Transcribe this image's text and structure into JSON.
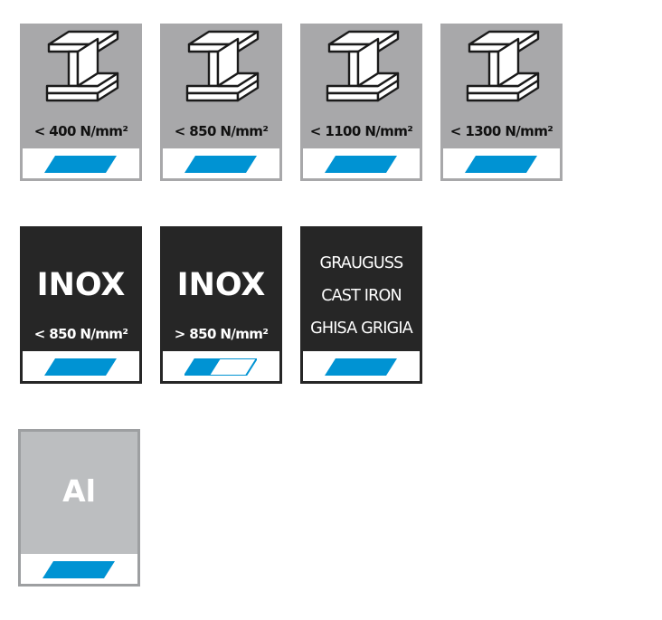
{
  "colors": {
    "steel_panel": "#a8a8aa",
    "inox_panel": "#262626",
    "alu_panel": "#bcbec0",
    "alu_border": "#9d9fa1",
    "accent": "#0093d3",
    "strip": "#ffffff"
  },
  "tiles": [
    {
      "material": "steel",
      "icon": "steel-i-beam-icon",
      "strength": "< 400 N/mm²",
      "fill": 1
    },
    {
      "material": "steel",
      "icon": "steel-i-beam-icon",
      "strength": "< 850 N/mm²",
      "fill": 1
    },
    {
      "material": "steel",
      "icon": "steel-i-beam-icon",
      "strength": "< 1100 N/mm²",
      "fill": 1
    },
    {
      "material": "steel",
      "icon": "steel-i-beam-icon",
      "strength": "< 1300 N/mm²",
      "fill": 1
    },
    {
      "material": "inox",
      "label": "INOX",
      "strength": "< 850 N/mm²",
      "fill": 1
    },
    {
      "material": "inox",
      "label": "INOX",
      "strength": "> 850 N/mm²",
      "fill": 0.5
    },
    {
      "material": "cast-iron",
      "lines": [
        "GRAUGUSS",
        "CAST IRON",
        "GHISA GRIGIA"
      ],
      "fill": 1
    },
    {
      "material": "aluminium",
      "label": "Al",
      "fill": 1
    }
  ]
}
